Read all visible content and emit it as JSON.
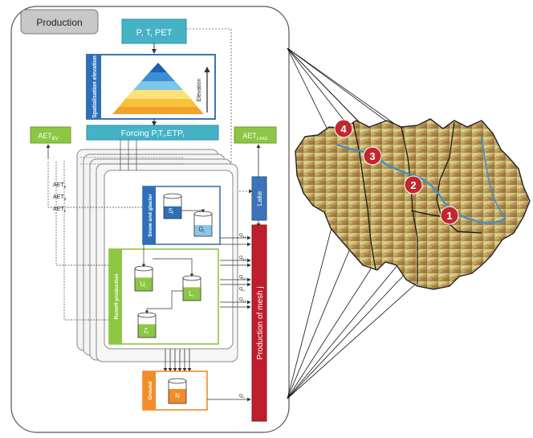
{
  "production_panel": {
    "title": "Production"
  },
  "input_box": {
    "label": "P, T, PET"
  },
  "spatialisation": {
    "side_label": "Spatialisation elevation",
    "elevation_label": "Elevation",
    "colors": [
      "#1f5fb0",
      "#3b8fd6",
      "#7cc6e6",
      "#fbe37a",
      "#f7c23a",
      "#f2a12a"
    ]
  },
  "forcing": {
    "label": "Forcing P",
    "subs": [
      "i",
      "i",
      "i"
    ],
    "mid": [
      "T",
      "ETP"
    ]
  },
  "aet_bv": {
    "label": "AET",
    "sub": "BV"
  },
  "aet_lake": {
    "label": "AET",
    "sub": "LAKE"
  },
  "aet_labels": [
    "AET",
    "AET",
    "AET"
  ],
  "aet_subs": [
    "s",
    "u",
    "z"
  ],
  "snow_box": {
    "title": "Snow and glacier",
    "tank_s": {
      "label": "S",
      "sub": "i"
    },
    "tank_g": {
      "label": "G",
      "sub": "i"
    }
  },
  "runoff_box": {
    "title": "Runoff production",
    "tank_u": {
      "label": "U",
      "sub": "i"
    },
    "tank_l": {
      "label": "L",
      "sub": "i"
    },
    "tank_z": {
      "label": "Z",
      "sub": "i"
    }
  },
  "ground_box": {
    "title": "Ground",
    "tank": "N"
  },
  "lake": {
    "label": "Lake"
  },
  "production_bar": {
    "label": "Production of mesh j"
  },
  "flow_labels": [
    "Q",
    "Q",
    "Q",
    "Q",
    "Q",
    "Q"
  ],
  "flow_subs": [
    "s,i",
    "g,i",
    "u,i",
    "l,i",
    "z,i",
    "n"
  ],
  "catchment_markers": [
    "4",
    "3",
    "2",
    "1"
  ],
  "colors": {
    "teal": "#45b2c6",
    "green": "#8dc642",
    "blue_frame": "#3d73b8",
    "red": "#be1e2d",
    "orange": "#f28c28",
    "marker": "#c1272d",
    "river": "#3a8fd0"
  }
}
